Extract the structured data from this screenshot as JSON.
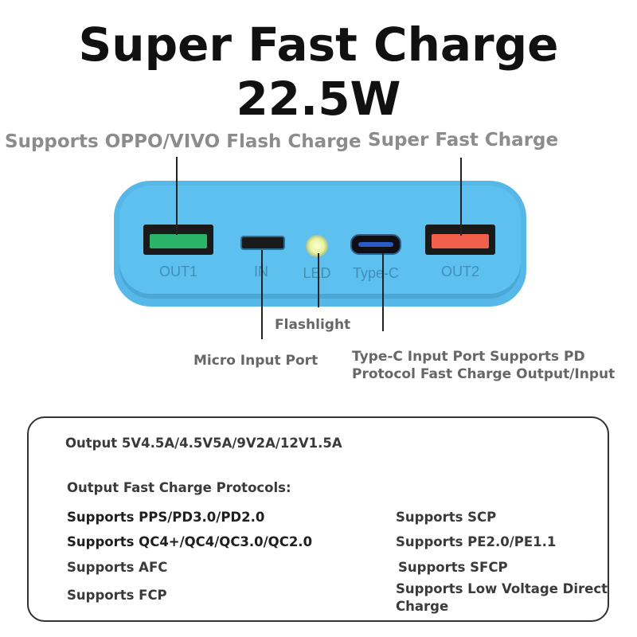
{
  "title": "Super Fast Charge 22.5W",
  "callouts": {
    "flash_charge": "Supports OPPO/VIVO Flash Charge",
    "super_fast": "Super Fast Charge",
    "flashlight": "Flashlight",
    "micro_input": "Micro Input Port",
    "typec_line1": "Type-C Input Port Supports PD",
    "typec_line2": "Protocol Fast Charge Output/Input"
  },
  "ports": {
    "out1": "OUT1",
    "in": "IN",
    "led": "LED",
    "typec": "Type-C",
    "out2": "OUT2"
  },
  "colors": {
    "body": "#5ec0ef",
    "out1_tongue": "#2bb36a",
    "out2_tongue": "#f0604a"
  },
  "specs": {
    "output": "Output 5V4.5A/4.5V5A/9V2A/12V1.5A",
    "protocols_heading": "Output Fast Charge Protocols:",
    "left": [
      "Supports PPS/PD3.0/PD2.0",
      "Supports QC4+/QC4/QC3.0/QC2.0",
      "Supports AFC",
      "Supports FCP"
    ],
    "right": [
      "Supports SCP",
      "Supports PE2.0/PE1.1",
      "Supports SFCP",
      "Supports Low Voltage Direct Charge"
    ]
  }
}
